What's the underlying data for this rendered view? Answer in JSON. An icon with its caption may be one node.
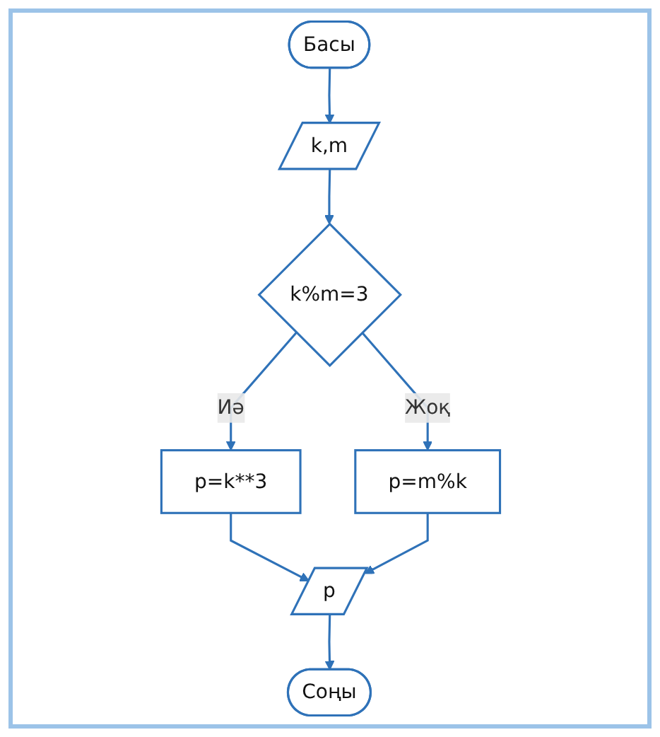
{
  "diagram": {
    "nodes": [
      {
        "text": [
          "Басы"
        ]
      },
      {
        "text": [
          "k,m"
        ]
      },
      {
        "text": [
          "k%m=3"
        ]
      },
      {
        "text": [
          "p=k**3"
        ]
      },
      {
        "text": [
          "p=m%k"
        ]
      },
      {
        "text": [
          "p"
        ]
      },
      {
        "text": [
          "Соңы"
        ]
      }
    ],
    "edges": [
      {
        "from": 0,
        "to": 1,
        "arrow": "to"
      },
      {
        "from": 1,
        "to": 2,
        "arrow": "to"
      },
      {
        "from": 2,
        "to": 3,
        "label": "Иә",
        "arrow": "to"
      },
      {
        "from": 2,
        "to": 4,
        "label": "Жоқ",
        "arrow": "to"
      },
      {
        "from": 3,
        "to": 5,
        "arrow": "to"
      },
      {
        "from": 4,
        "to": 5,
        "arrow": "to"
      },
      {
        "from": 5,
        "to": 6,
        "arrow": "to"
      }
    ]
  }
}
